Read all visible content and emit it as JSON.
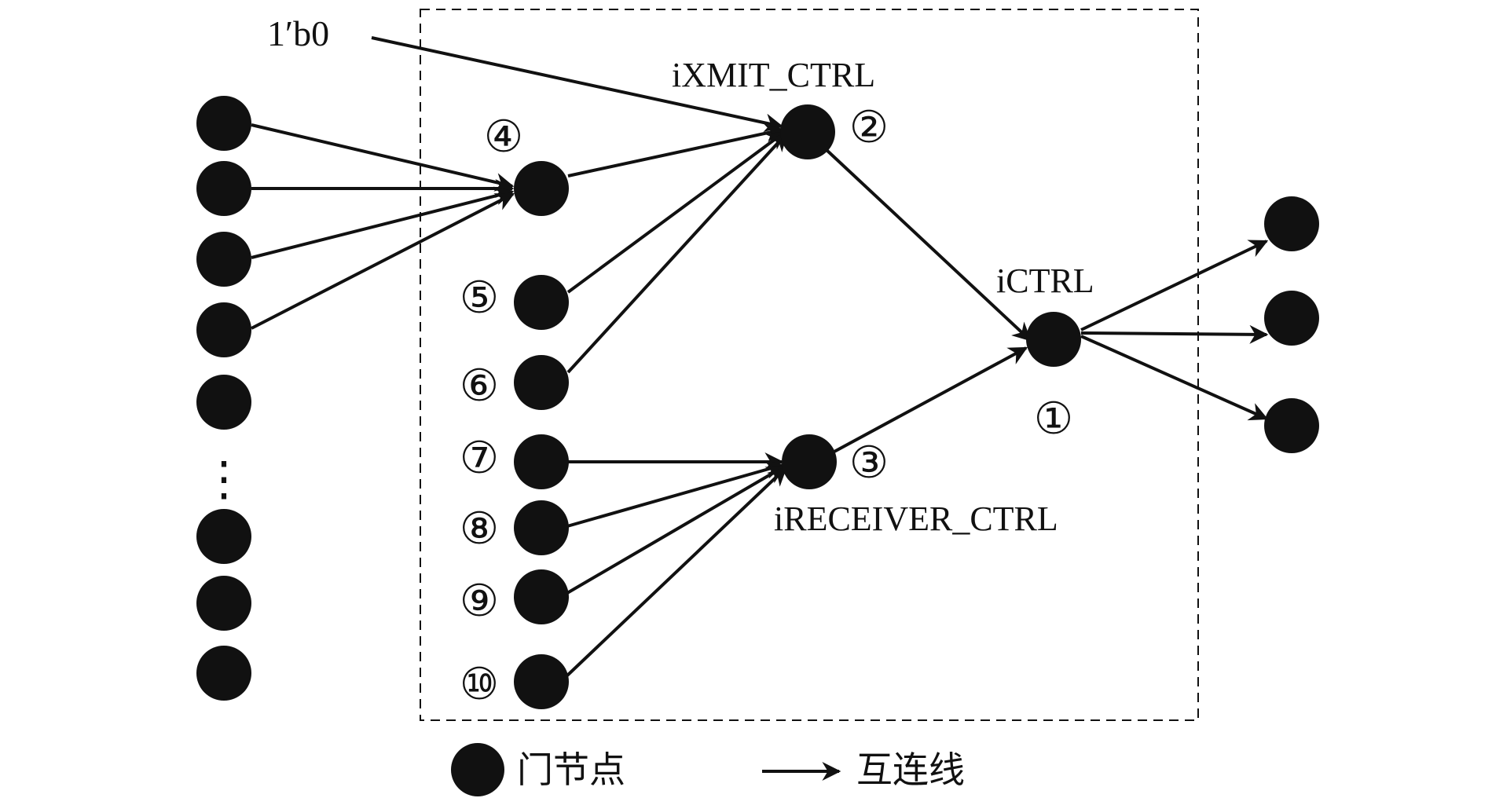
{
  "colors": {
    "ink": "#111111",
    "background": "#ffffff"
  },
  "const_input": "1′b0",
  "gates": {
    "ctrl": {
      "name": "iCTRL",
      "marker": "①"
    },
    "xmit": {
      "name": "iXMIT_CTRL",
      "marker": "②"
    },
    "receiver": {
      "name": "iRECEIVER_CTRL",
      "marker": "③"
    },
    "n4": {
      "marker": "④"
    },
    "n5": {
      "marker": "⑤"
    },
    "n6": {
      "marker": "⑥"
    },
    "n7": {
      "marker": "⑦"
    },
    "n8": {
      "marker": "⑧"
    },
    "n9": {
      "marker": "⑨"
    },
    "n10": {
      "marker": "⑩"
    }
  },
  "ellipsis": "⋮",
  "legend": {
    "node_label": "门节点",
    "edge_label": "互连线"
  },
  "edges": [
    [
      "1′b0",
      "xmit"
    ],
    [
      "n4",
      "xmit"
    ],
    [
      "n5",
      "xmit"
    ],
    [
      "n6",
      "xmit"
    ],
    [
      "xmit",
      "ctrl"
    ],
    [
      "receiver",
      "ctrl"
    ],
    [
      "n7",
      "receiver"
    ],
    [
      "n8",
      "receiver"
    ],
    [
      "n9",
      "receiver"
    ],
    [
      "n10",
      "receiver"
    ],
    [
      "left1",
      "n4"
    ],
    [
      "left2",
      "n4"
    ],
    [
      "left3",
      "n4"
    ],
    [
      "left4",
      "n4"
    ],
    [
      "ctrl",
      "right1"
    ],
    [
      "ctrl",
      "right2"
    ],
    [
      "ctrl",
      "right3"
    ]
  ]
}
